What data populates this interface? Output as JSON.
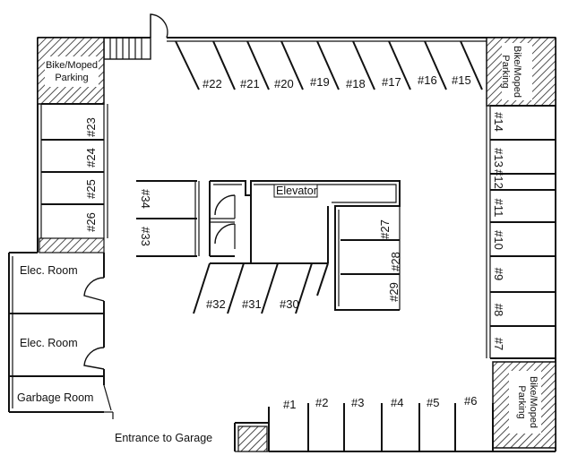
{
  "labels": {
    "bike_top_left": [
      "Bike/Moped",
      "Parking"
    ],
    "bike_top_right": [
      "Bike/Moped",
      "Parking"
    ],
    "bike_bottom_right": [
      "Bike/Moped",
      "Parking"
    ],
    "elevator": "Elevator",
    "elec_room_1": "Elec. Room",
    "elec_room_2": "Elec. Room",
    "garbage_room": "Garbage Room",
    "entrance": "Entrance to Garage"
  },
  "spots": {
    "top": [
      "#22",
      "#21",
      "#20",
      "#19",
      "#18",
      "#17",
      "#16",
      "#15"
    ],
    "right": [
      "#14",
      "#13",
      "#12",
      "#11",
      "#10",
      "#9",
      "#8",
      "#7"
    ],
    "bottom": [
      "#1",
      "#2",
      "#3",
      "#4",
      "#5",
      "#6"
    ],
    "left": [
      "#23",
      "#24",
      "#25",
      "#26"
    ],
    "center_left": [
      "#34",
      "#33"
    ],
    "center_diagonal": [
      "#32",
      "#31",
      "#30"
    ],
    "center_right": [
      "#27",
      "#28",
      "#29"
    ]
  }
}
